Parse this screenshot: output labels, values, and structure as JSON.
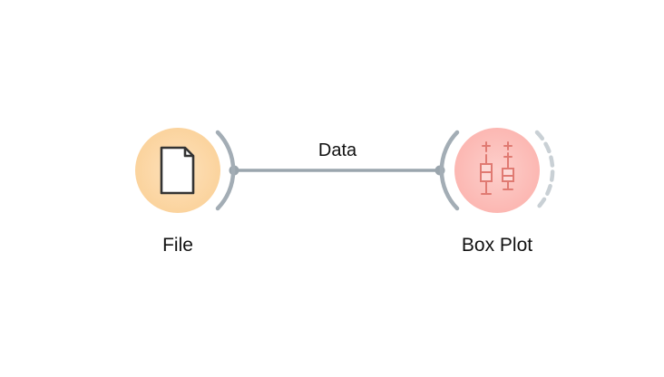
{
  "canvas": {
    "background": "#ffffff"
  },
  "nodes": [
    {
      "id": "file",
      "label": "File",
      "icon": "document-icon",
      "fill": "#fbd7a6",
      "fill_center": "#fde2bd",
      "has_output_channel": true,
      "has_input_channel": false
    },
    {
      "id": "box-plot",
      "label": "Box Plot",
      "icon": "box-plot-icon",
      "fill": "#fdbcb8",
      "fill_center": "#fdcdca",
      "icon_color": "#e07a72",
      "has_input_channel": true,
      "has_output_channel": true,
      "output_channel_unconnected": true
    }
  ],
  "links": [
    {
      "from": "file",
      "to": "box-plot",
      "label": "Data"
    }
  ],
  "colors": {
    "channel_stroke": "#a3adb5",
    "link_stroke": "#9aa5ad",
    "unconnected_channel_stroke": "#c9d0d5",
    "document_icon_stroke": "#333333"
  }
}
